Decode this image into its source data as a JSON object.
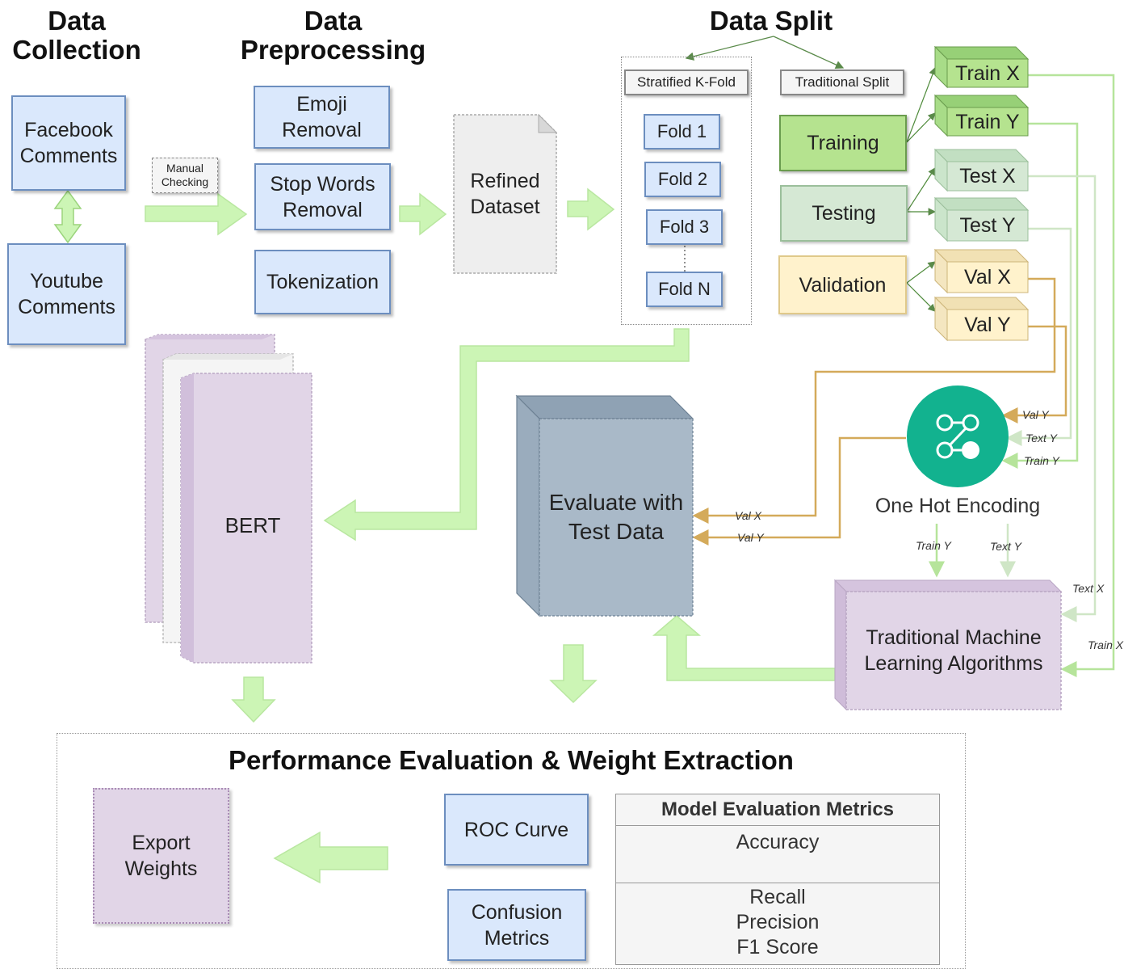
{
  "headers": {
    "collection": "Data\nCollection",
    "preprocessing": "Data\nPreprocessing",
    "split": "Data Split"
  },
  "collection": {
    "facebook": "Facebook\nComments",
    "youtube": "Youtube\nComments",
    "manual": "Manual\nChecking"
  },
  "preprocessing": {
    "emoji": "Emoji\nRemoval",
    "stopwords": "Stop Words\nRemoval",
    "tokenization": "Tokenization"
  },
  "refined": "Refined\nDataset",
  "split": {
    "kfold": "Stratified K-Fold",
    "traditional": "Traditional Split",
    "folds": [
      "Fold 1",
      "Fold 2",
      "Fold 3",
      "Fold N"
    ],
    "training": "Training",
    "testing": "Testing",
    "validation": "Validation",
    "outputs": [
      "Train X",
      "Train Y",
      "Test X",
      "Test Y",
      "Val X",
      "Val Y"
    ]
  },
  "ohe": {
    "label": "One Hot Encoding",
    "inputs": [
      "Val Y",
      "Text Y",
      "Train Y"
    ],
    "outputs": [
      "Train Y",
      "Text Y"
    ]
  },
  "bert": "BERT",
  "evaluate": {
    "label": "Evaluate with\nTest Data",
    "inputs": [
      "Val X",
      "Val Y"
    ]
  },
  "tml": {
    "label": "Traditional Machine\nLearning Algorithms",
    "inputs": [
      "Text X",
      "Train X"
    ]
  },
  "performance": {
    "title": "Performance Evaluation & Weight Extraction",
    "export": "Export\nWeights",
    "roc": "ROC Curve",
    "confusion": "Confusion\nMetrics",
    "metrics_title": "Model Evaluation Metrics",
    "metrics_row1": "Accuracy",
    "metrics_row2": "Recall\nPrecision\nF1 Score"
  },
  "colors": {
    "green_arrow": "#ccf5b5",
    "green_arrow_border": "#9bd47c",
    "blue_fill": "#dae8fc",
    "blue_border": "#6c8ebf",
    "purple_fill": "#e1d5e7",
    "teal": "#12b28f",
    "evaluate_fill": "#a9b9c8",
    "gold_line": "#d4aa5a"
  }
}
